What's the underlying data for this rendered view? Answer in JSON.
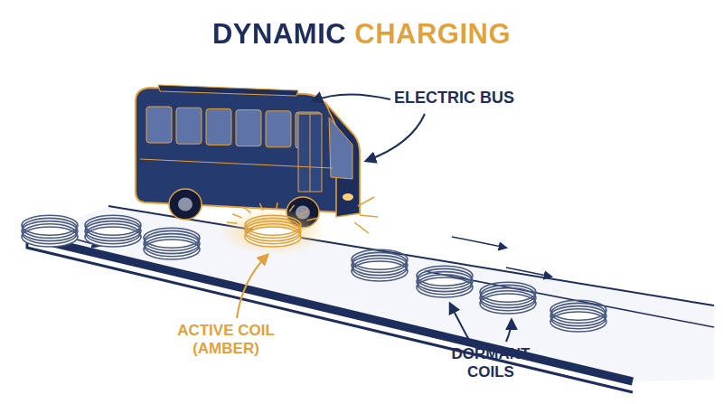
{
  "diagram": {
    "title": "DYNAMIC CHARGING",
    "labels": [
      "ELECTRIC BUS",
      "ACTIVE COIL (AMBER)",
      "DORMANT COILS"
    ]
  }
}
